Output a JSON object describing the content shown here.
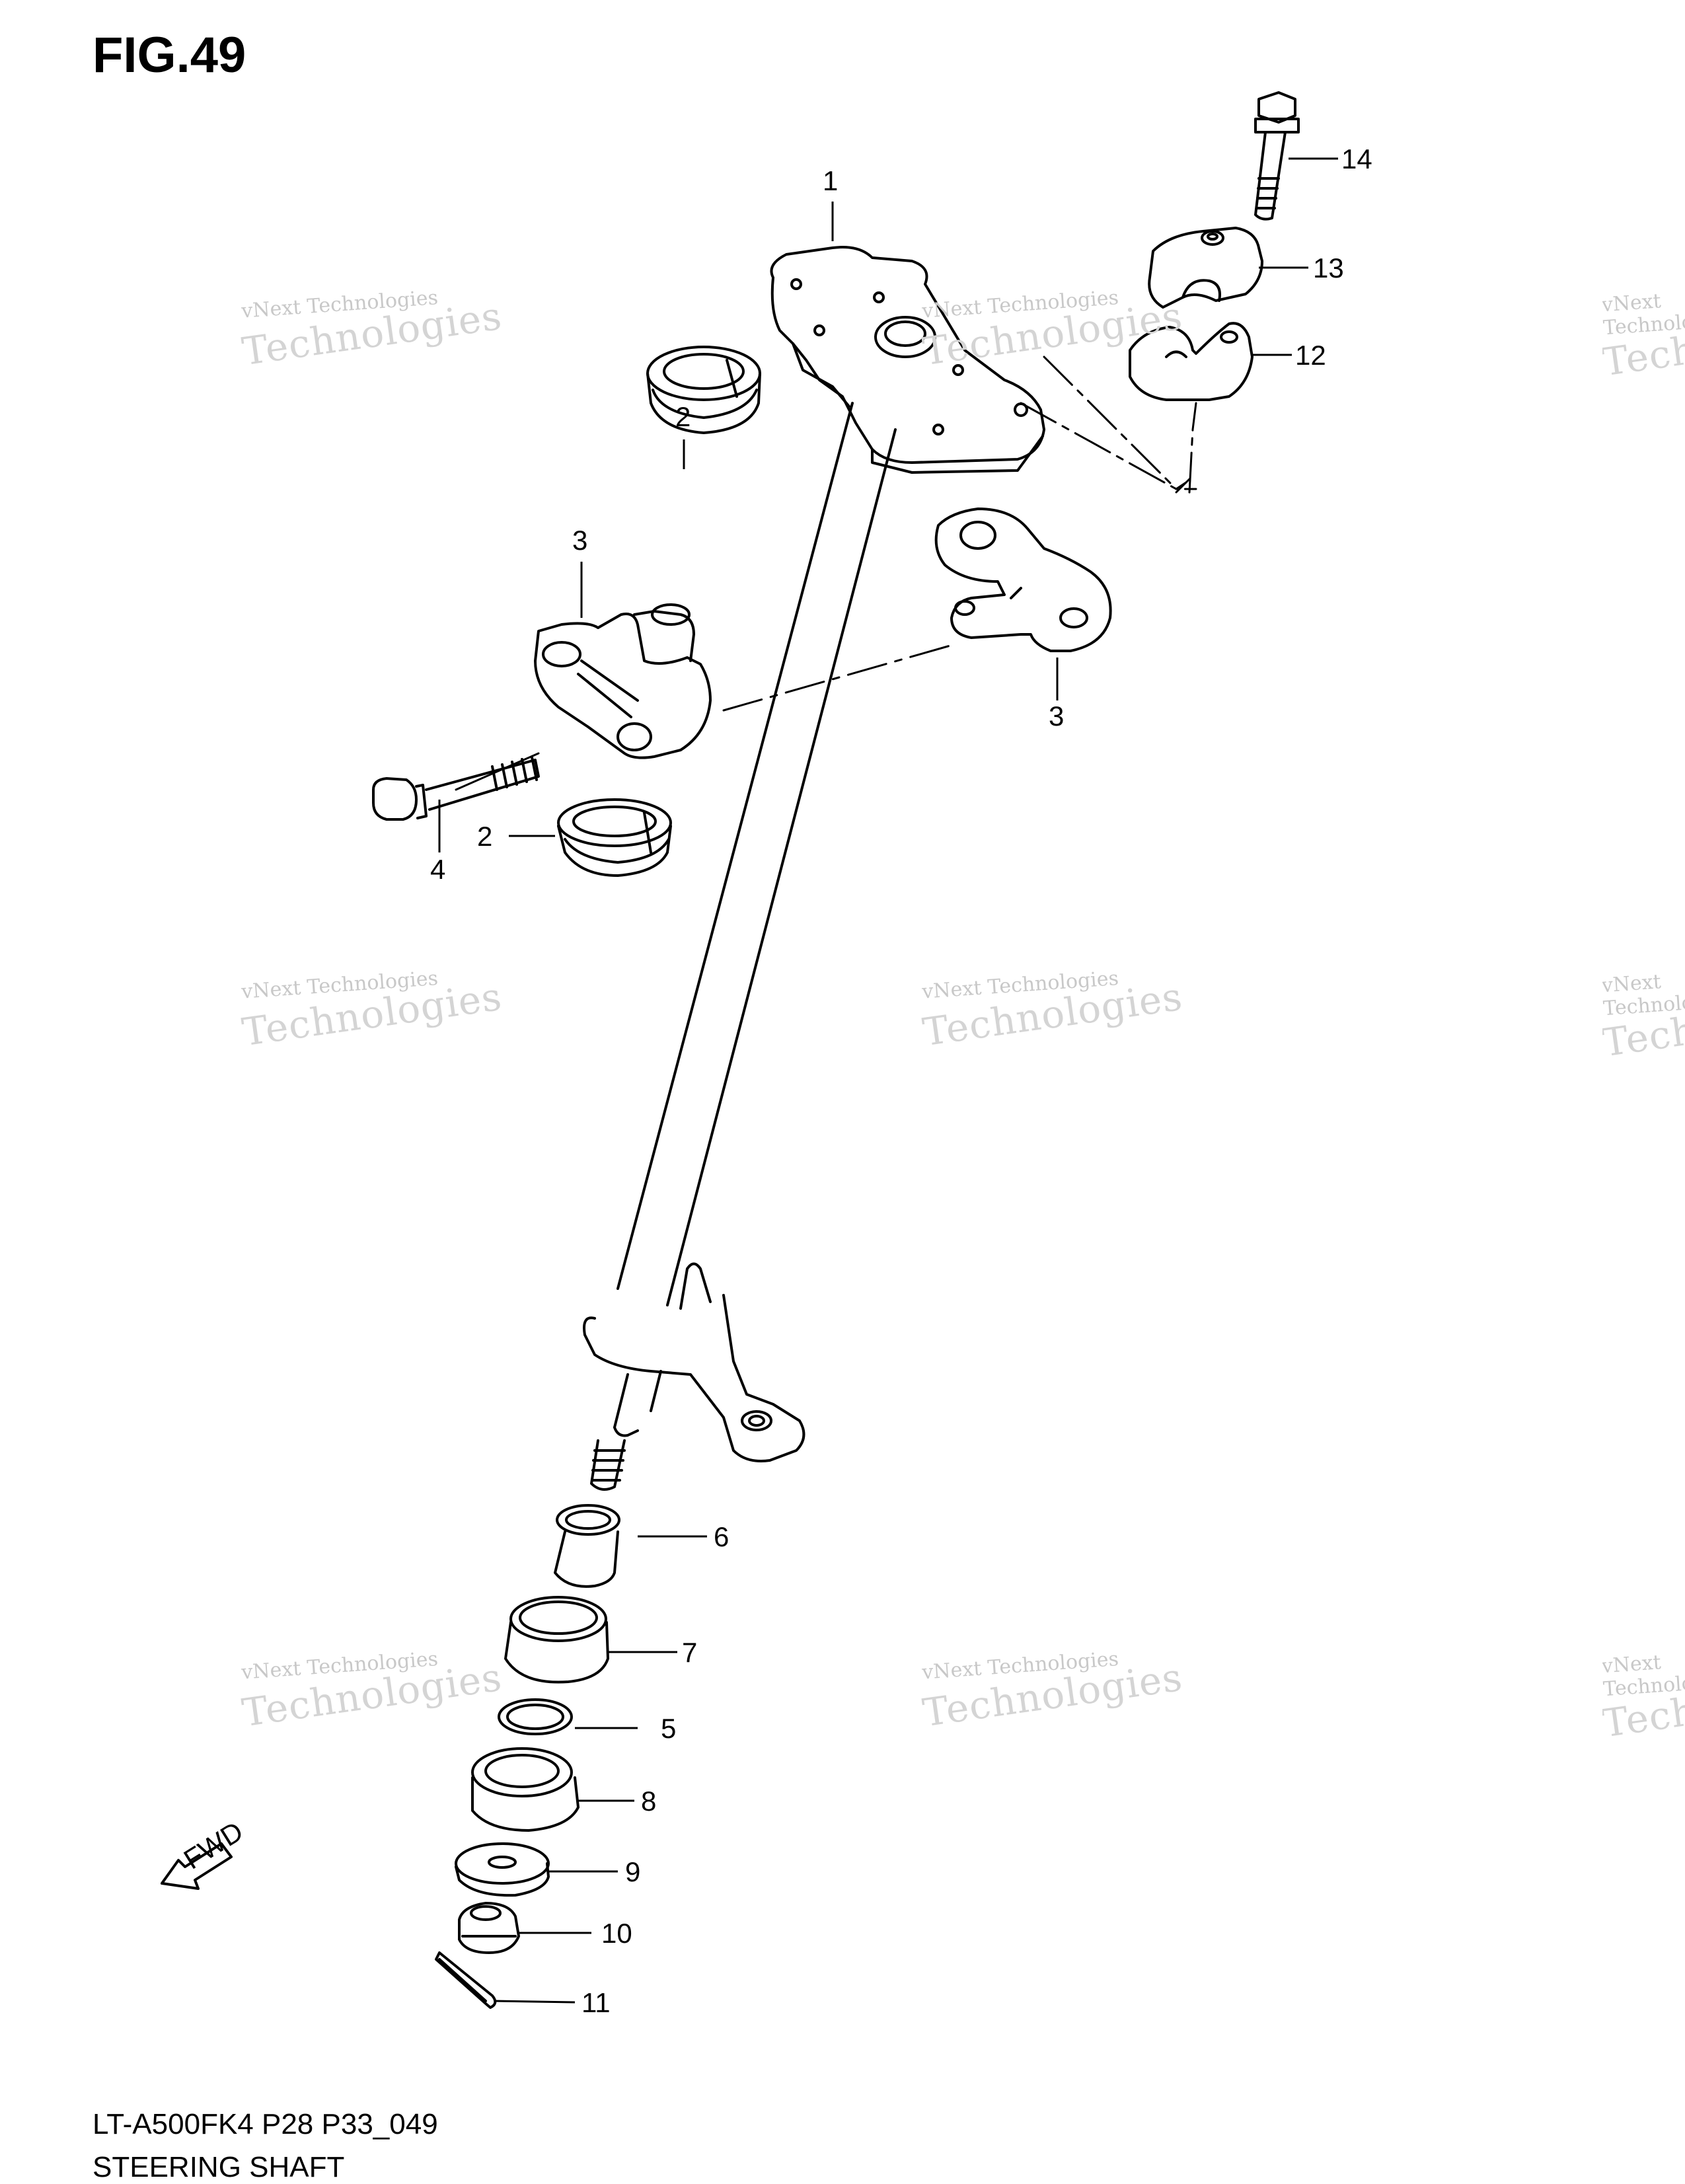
{
  "figure": {
    "title": "FIG.49",
    "footer_code": "LT-A500FK4 P28 P33_049",
    "footer_name": "STEERING SHAFT"
  },
  "callouts": {
    "c1": "1",
    "c2a": "2",
    "c2b": "2",
    "c3a": "3",
    "c3b": "3",
    "c4": "4",
    "c5": "5",
    "c6": "6",
    "c7": "7",
    "c8": "8",
    "c9": "9",
    "c10": "10",
    "c11": "11",
    "c12": "12",
    "c13": "13",
    "c14": "14"
  },
  "fwd_label": "FWD",
  "watermark": {
    "line1": "vNext Technologies",
    "line2": "Technologies"
  },
  "colors": {
    "ink": "#000000",
    "watermark": "#c8c8c8",
    "background": "#ffffff"
  }
}
